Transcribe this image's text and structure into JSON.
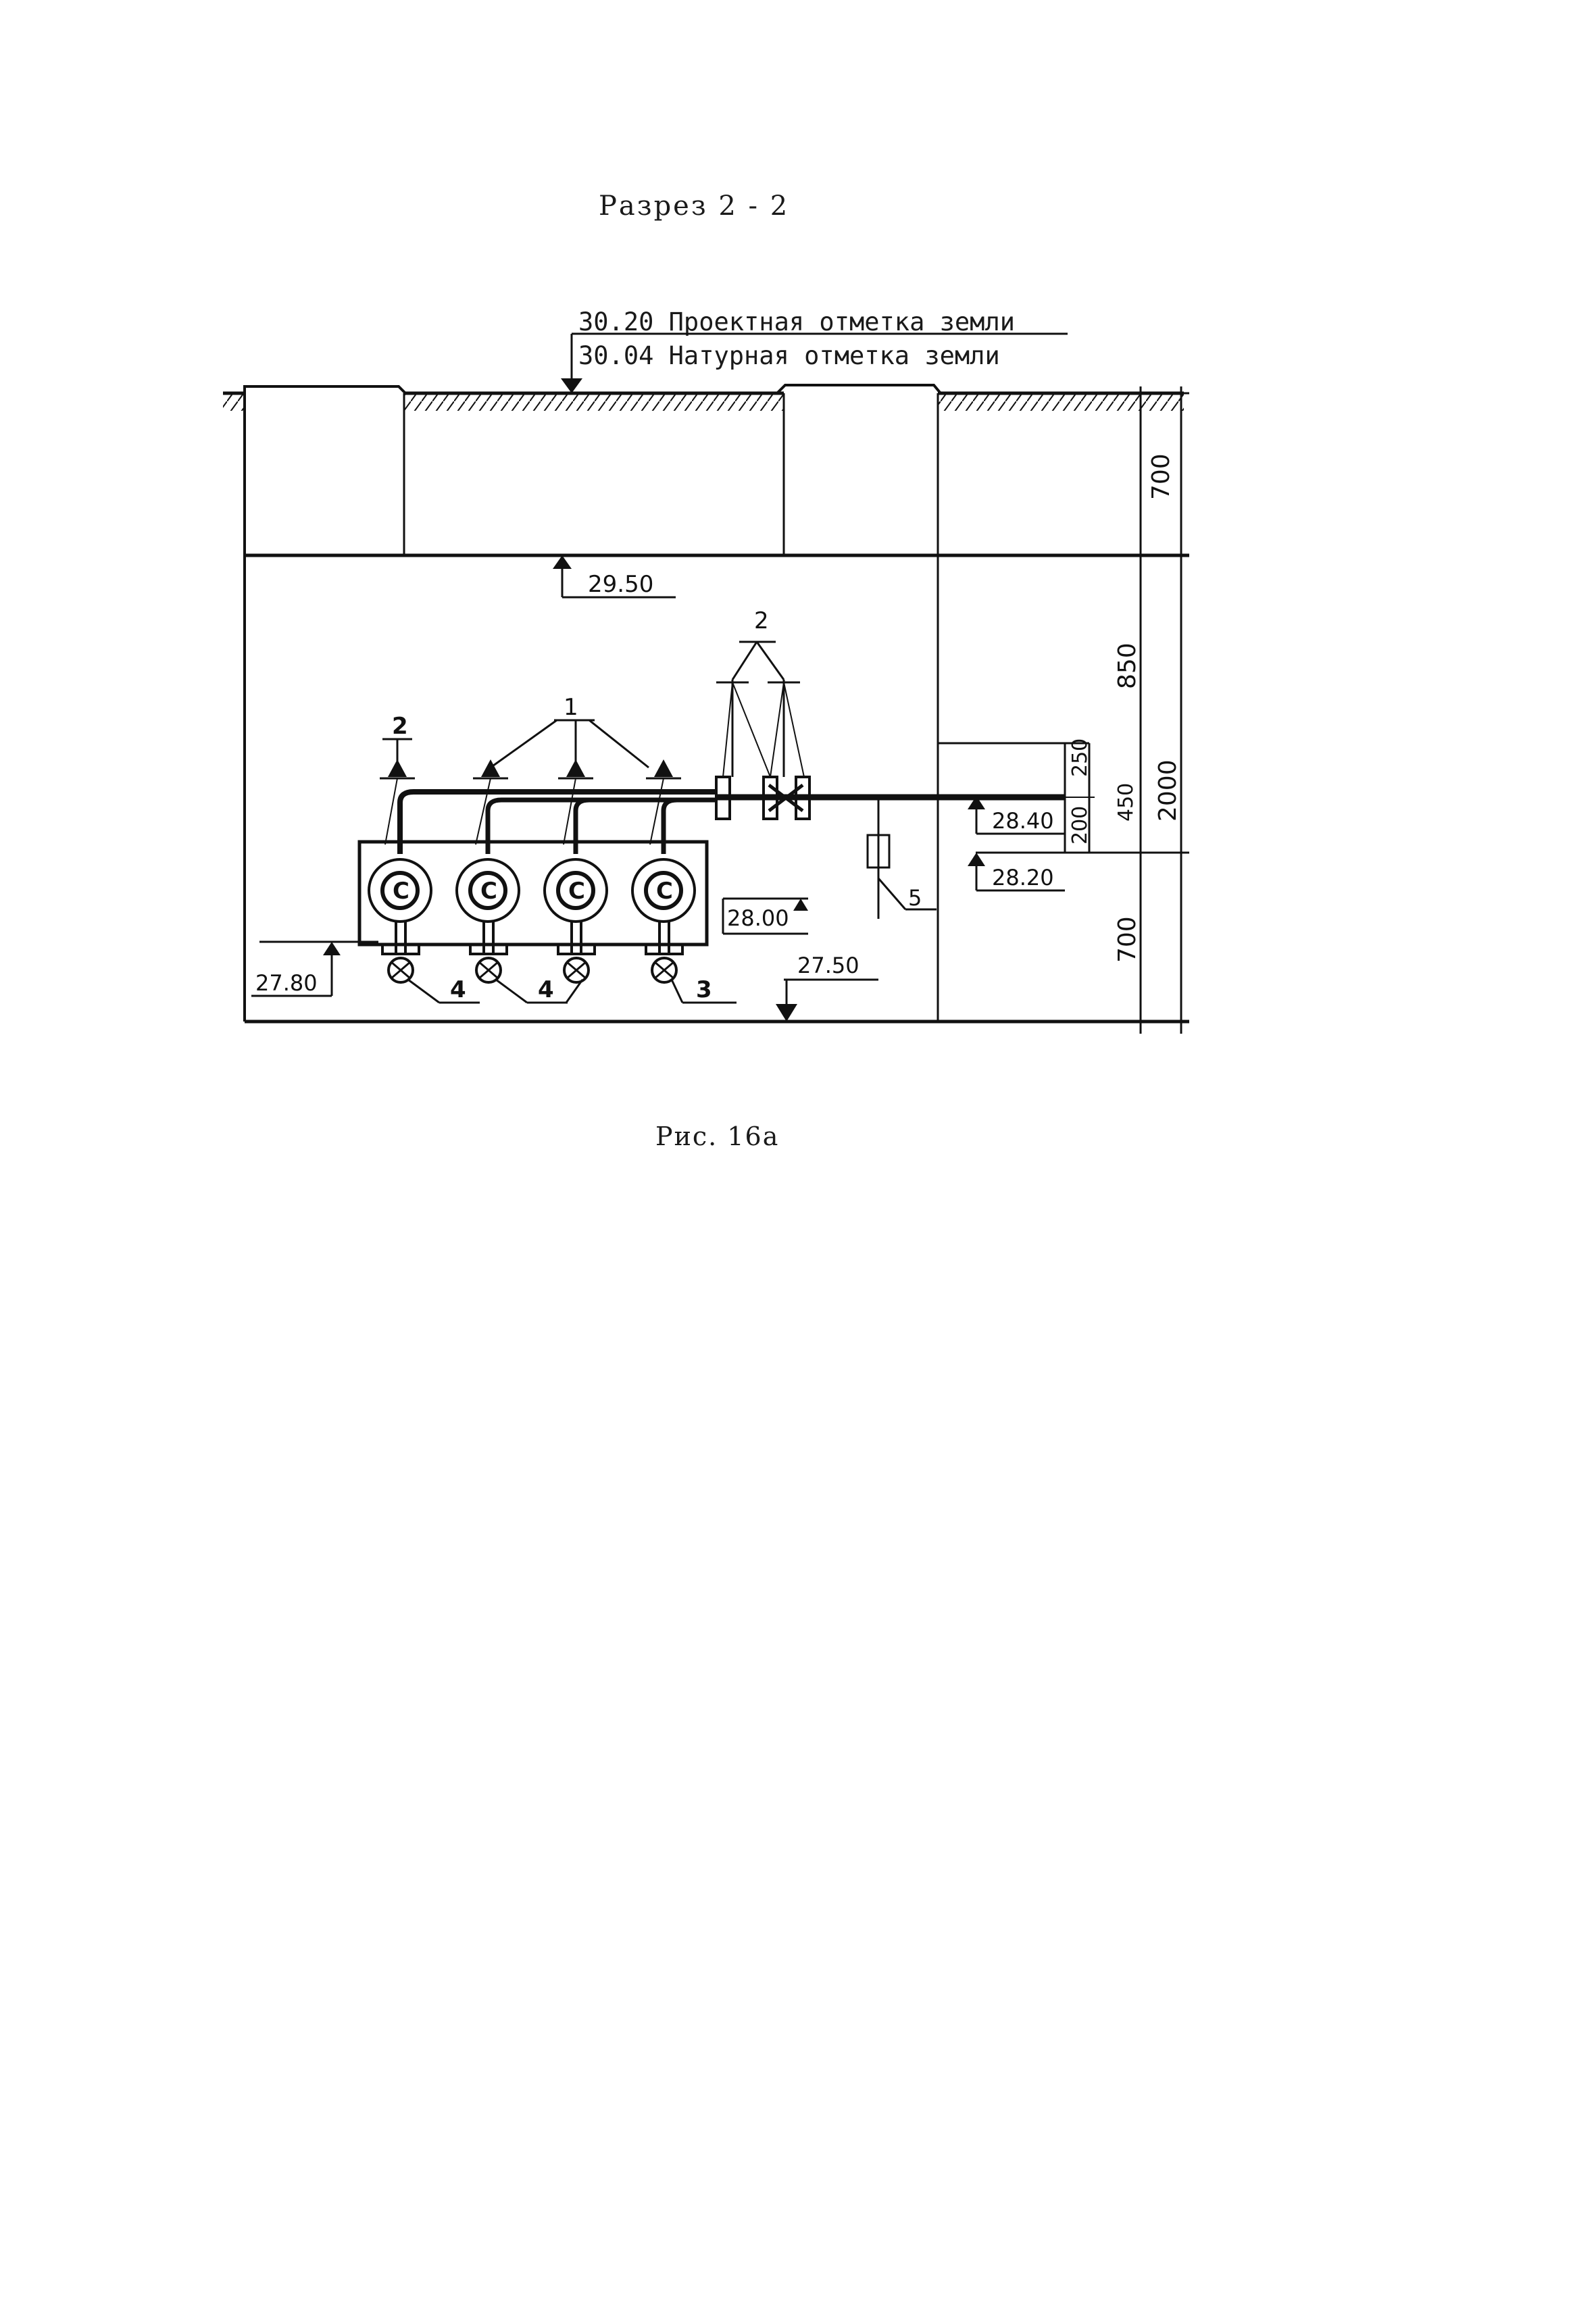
{
  "section_title": "Разрез 2 - 2",
  "figure_caption": "Рис. 16а",
  "ground": {
    "design_level_label": "30.20 Проектная отметка земли",
    "natural_level_label": "30.04 Натурная отметка земли"
  },
  "elevations": {
    "trench_top": "29.50",
    "pipe_axis": "28.40",
    "pipe_bottom": "28.20",
    "manifold": "28.00",
    "base_left": "27.80",
    "trench_bottom": "27.50"
  },
  "dimensions": {
    "upper_depth": "700",
    "middle": "850",
    "lower_depth": "700",
    "small_a": "250",
    "small_b": "200",
    "mid_total": "450",
    "overall": "2000"
  },
  "callouts": {
    "item_1": "1",
    "item_2_left": "2",
    "item_2_top": "2",
    "item_3": "3",
    "item_4_a": "4",
    "item_4_b": "4",
    "item_5": "5"
  },
  "pump_symbol": "C"
}
